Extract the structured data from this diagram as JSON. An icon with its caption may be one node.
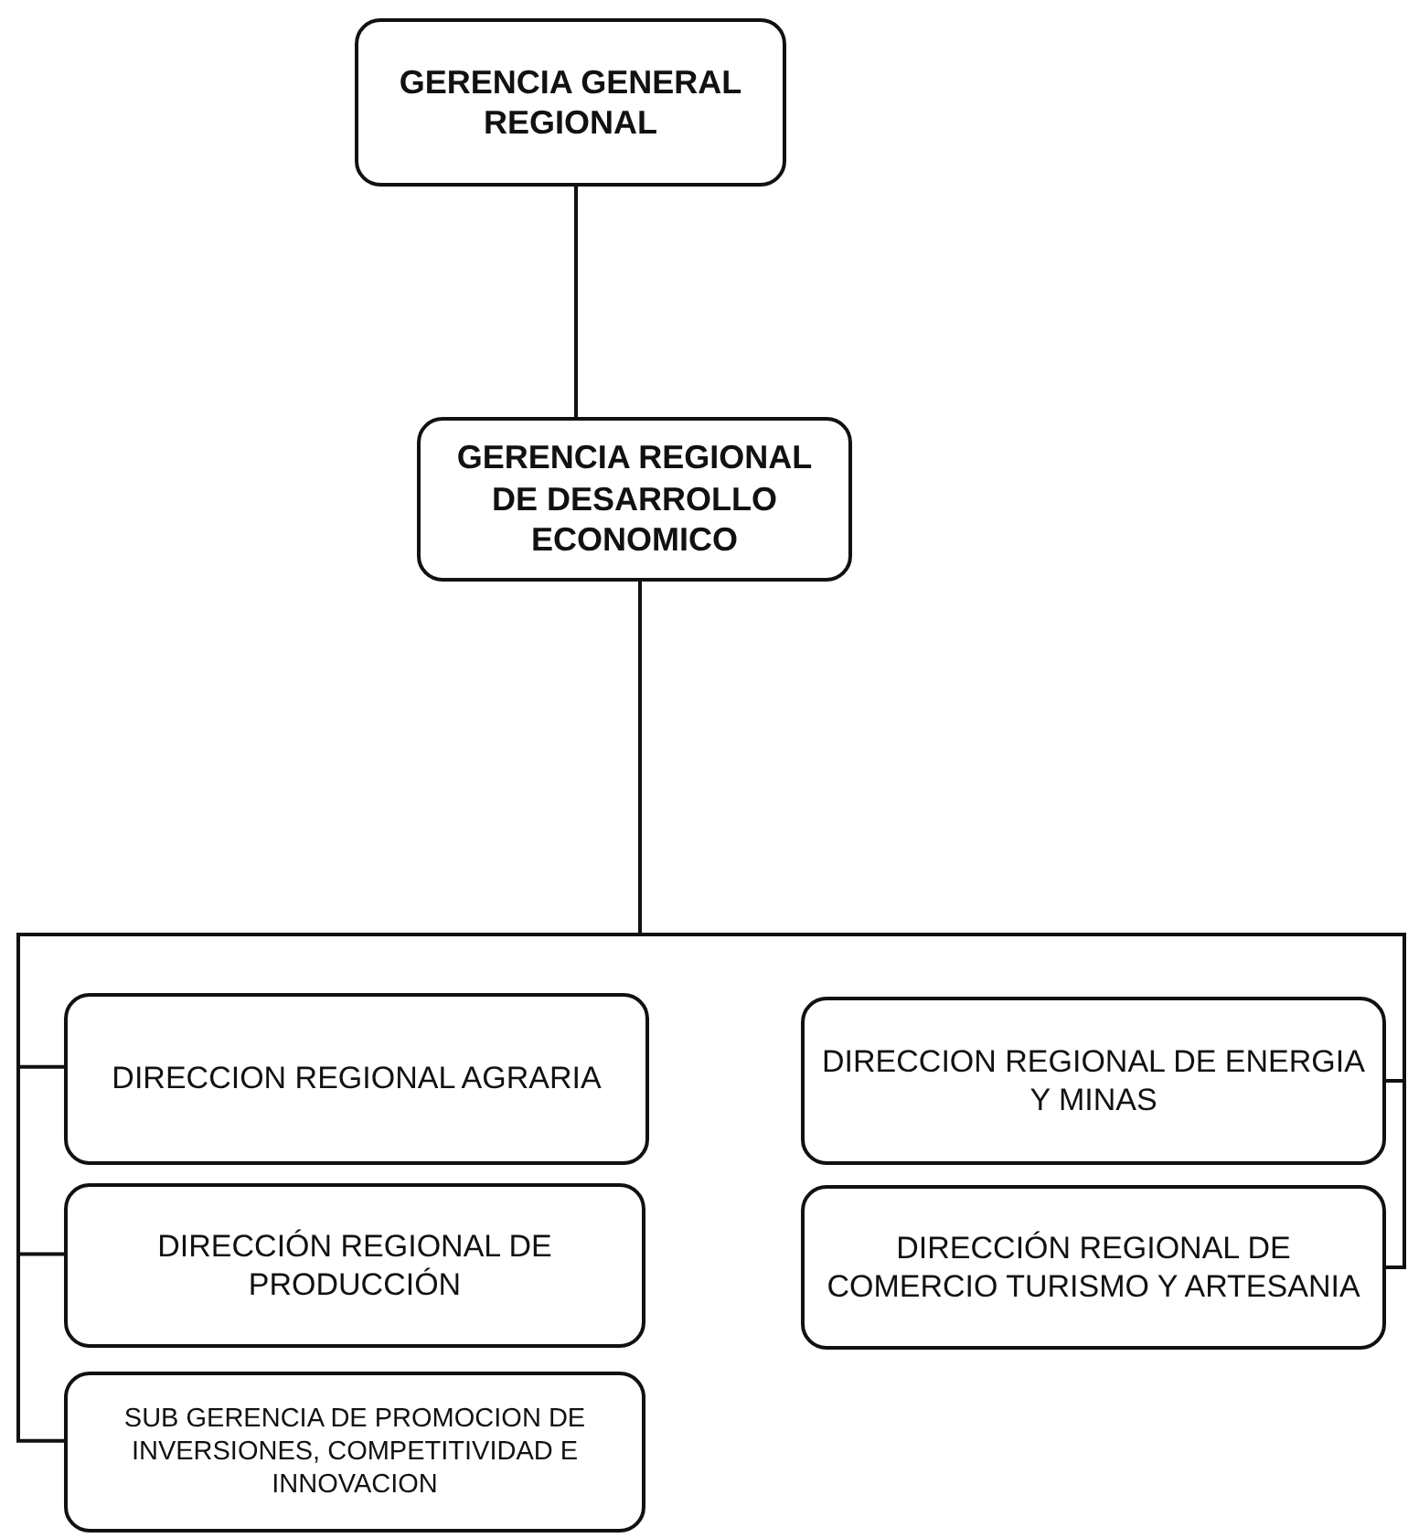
{
  "diagram": {
    "nodes": [
      {
        "text": [
          "GERENCIA GENERAL REGIONAL"
        ]
      },
      {
        "text": [
          "GERENCIA REGIONAL DE DESARROLLO ECONOMICO"
        ]
      },
      {
        "text": [
          "DIRECCION REGIONAL AGRARIA"
        ]
      },
      {
        "text": [
          "DIRECCIÓN REGIONAL DE PRODUCCIÓN"
        ]
      },
      {
        "text": [
          "SUB GERENCIA DE PROMOCION DE INVERSIONES, COMPETITIVIDAD E INNOVACION"
        ]
      },
      {
        "text": [
          "DIRECCION REGIONAL DE ENERGIA Y MINAS"
        ]
      },
      {
        "text": [
          "DIRECCIÓN REGIONAL DE COMERCIO TURISMO Y ARTESANIA"
        ]
      }
    ],
    "edges": [
      {
        "from": 0,
        "to": 1,
        "arrow": "none"
      },
      {
        "from": 1,
        "to": 2,
        "arrow": "none"
      },
      {
        "from": 1,
        "to": 3,
        "arrow": "none"
      },
      {
        "from": 1,
        "to": 4,
        "arrow": "none"
      },
      {
        "from": 1,
        "to": 5,
        "arrow": "none"
      },
      {
        "from": 1,
        "to": 6,
        "arrow": "none"
      }
    ]
  }
}
